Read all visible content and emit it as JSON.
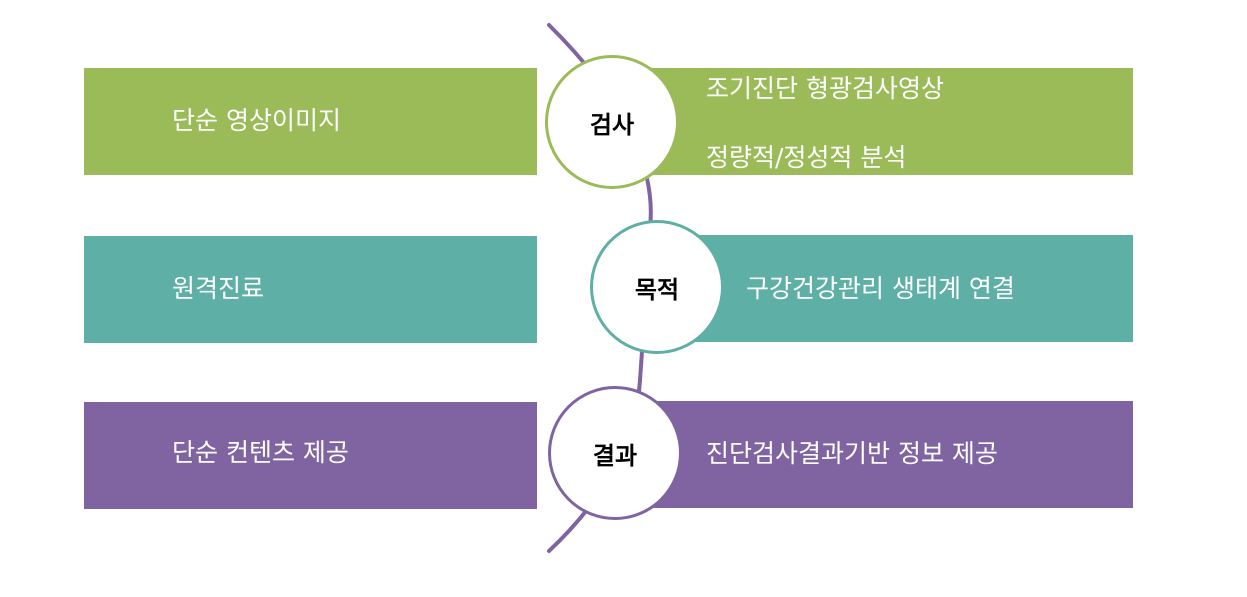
{
  "colors": {
    "green": "#9bbb59",
    "teal": "#5eafa6",
    "purple": "#8064a2",
    "connector": "#8064a2"
  },
  "rows": [
    {
      "left_text": "단순 영상이미지",
      "circle_label": "검사",
      "right_lines": [
        "조기진단 형광검사영상",
        "정량적/정성적 분석"
      ]
    },
    {
      "left_text": "원격진료",
      "circle_label": "목적",
      "right_lines": [
        "구강건강관리 생태계 연결"
      ]
    },
    {
      "left_text": "단순 컨텐츠 제공",
      "circle_label": "결과",
      "right_lines": [
        "진단검사결과기반 정보 제공"
      ]
    }
  ]
}
